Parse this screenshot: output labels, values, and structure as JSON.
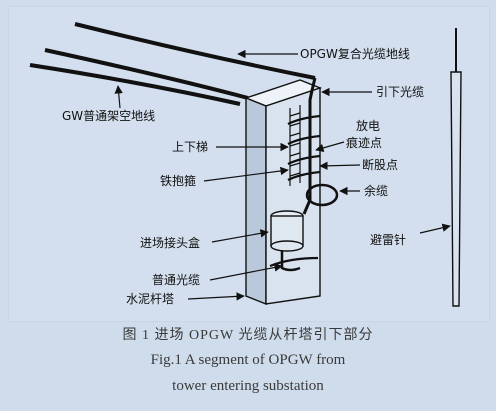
{
  "labels": {
    "opgw": "OPGW复合光缆地线",
    "gw": "GW普通架空地线",
    "downlead": "引下光缆",
    "discharge_line1": "放电",
    "discharge_line2": "痕迹点",
    "broken": "断股点",
    "ladder": "上下梯",
    "clamp": "铁抱箍",
    "spare": "余缆",
    "splice_box": "进场接头盒",
    "common_cable": "普通光缆",
    "concrete_tower": "水泥杆塔",
    "lightning_rod": "避雷针"
  },
  "caption": {
    "cn": "图 1  进场 OPGW 光缆从杆塔引下部分",
    "en_line1": "Fig.1  A segment of OPGW from",
    "en_line2": "tower entering substation"
  },
  "colors": {
    "background": "#cfdcec",
    "line": "#111111",
    "tower_face": "#d9e3ef",
    "tower_side": "#b9c8da"
  }
}
